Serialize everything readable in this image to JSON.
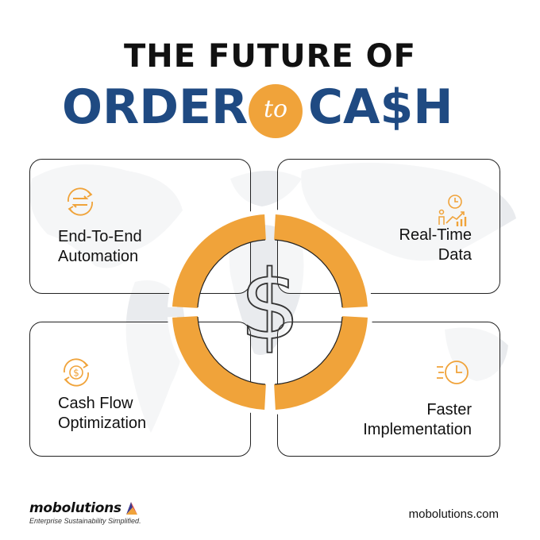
{
  "header": {
    "line1": "THE FUTURE OF",
    "word_left": "ORDER",
    "connector": "to",
    "word_right": "CA$H"
  },
  "cards": [
    {
      "label_line1": "End-To-End",
      "label_line2": "Automation",
      "icon": "arrows-exchange-icon"
    },
    {
      "label_line1": "Real-Time",
      "label_line2": "Data",
      "icon": "analytics-clock-icon"
    },
    {
      "label_line1": "Cash Flow",
      "label_line2": "Optimization",
      "icon": "dollar-cycle-icon"
    },
    {
      "label_line1": "Faster",
      "label_line2": "Implementation",
      "icon": "fast-clock-icon"
    }
  ],
  "center": {
    "symbol": "$",
    "icon": "dollar-ring-icon"
  },
  "footer": {
    "brand": "mobolutions",
    "tagline": "Enterprise Sustainability Simplified.",
    "url": "mobolutions.com"
  },
  "colors": {
    "navy": "#1f4a82",
    "orange": "#f0a33a",
    "map": "#e9ebee"
  }
}
